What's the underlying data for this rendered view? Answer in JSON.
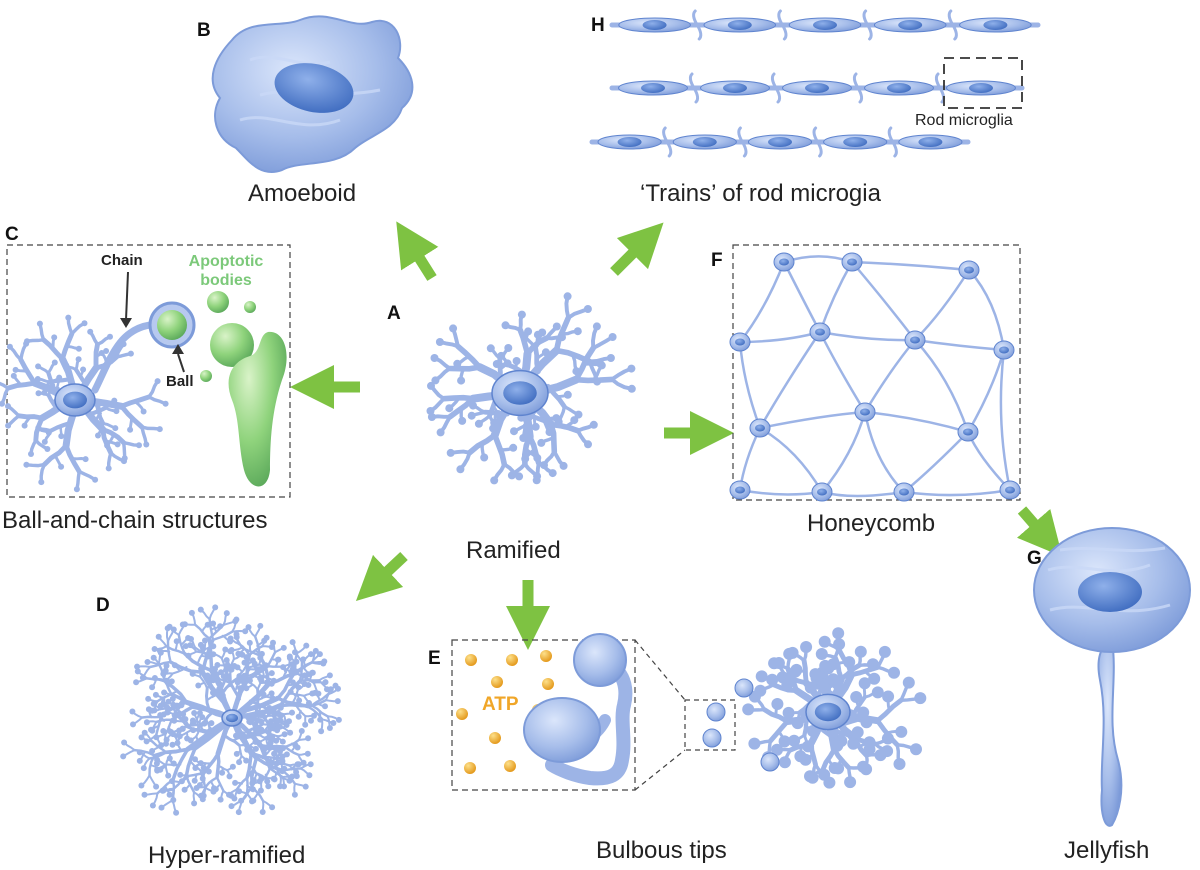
{
  "colors": {
    "cell": "#9db4e6",
    "cell_dark": "#5f84cf",
    "nucleus": "#4d7ac8",
    "arrow": "#7ec242",
    "apoptotic": "#7cc97a",
    "atp": "#f0a628"
  },
  "panels": {
    "A": {
      "letter": "A",
      "caption": "Ramified"
    },
    "B": {
      "letter": "B",
      "caption": "Amoeboid"
    },
    "C": {
      "letter": "C",
      "caption": "Ball-and-chain structures",
      "chain": "Chain",
      "ball": "Ball",
      "apoptotic": "Apoptotic bodies"
    },
    "D": {
      "letter": "D",
      "caption": "Hyper-ramified"
    },
    "E": {
      "letter": "E",
      "caption": "Bulbous tips",
      "atp": "ATP"
    },
    "F": {
      "letter": "F",
      "caption": "Honeycomb"
    },
    "G": {
      "letter": "G",
      "caption": "Jellyfish"
    },
    "H": {
      "letter": "H",
      "caption": "‘Trains’ of rod microgia",
      "rod_label": "Rod microglia"
    }
  },
  "apoptotic_lines": [
    "Apoptotic",
    "bodies"
  ]
}
